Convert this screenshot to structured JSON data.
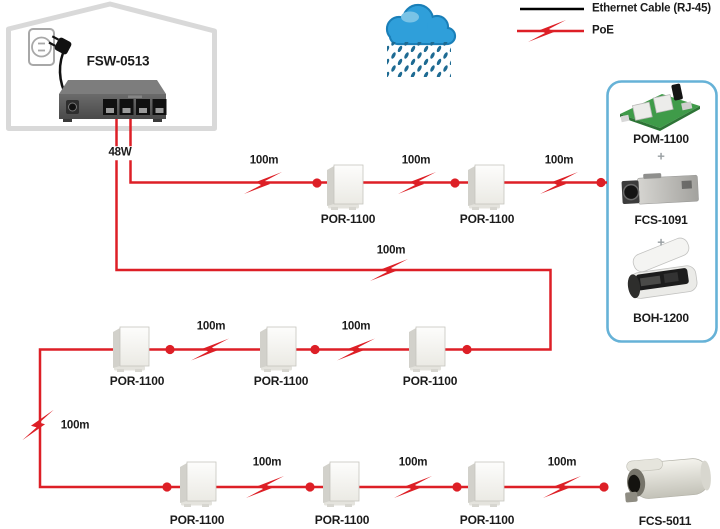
{
  "legend": {
    "items": [
      {
        "label": "Ethernet Cable (RJ-45)",
        "type": "ethernet"
      },
      {
        "label": "PoE",
        "type": "poe"
      }
    ]
  },
  "house": {
    "switch_model": "FSW-0513",
    "power_output": "48W"
  },
  "labels": {
    "repeater_model": "POR-1100",
    "segment_length": "100m",
    "plus": "+"
  },
  "camera_box": {
    "items": [
      "POM-1100",
      "FCS-1091",
      "BOH-1200"
    ]
  },
  "end_camera": {
    "model": "FCS-5011"
  },
  "colors": {
    "poe_line": "#dd1f26",
    "ethernet_line": "#000000",
    "camera_box_border": "#66b2d7",
    "house_outline": "#d9d9d9",
    "cloud_fill": "#2f9fda",
    "cloud_outline": "#1a7fb8",
    "rain_drop": "#1d6a92"
  }
}
